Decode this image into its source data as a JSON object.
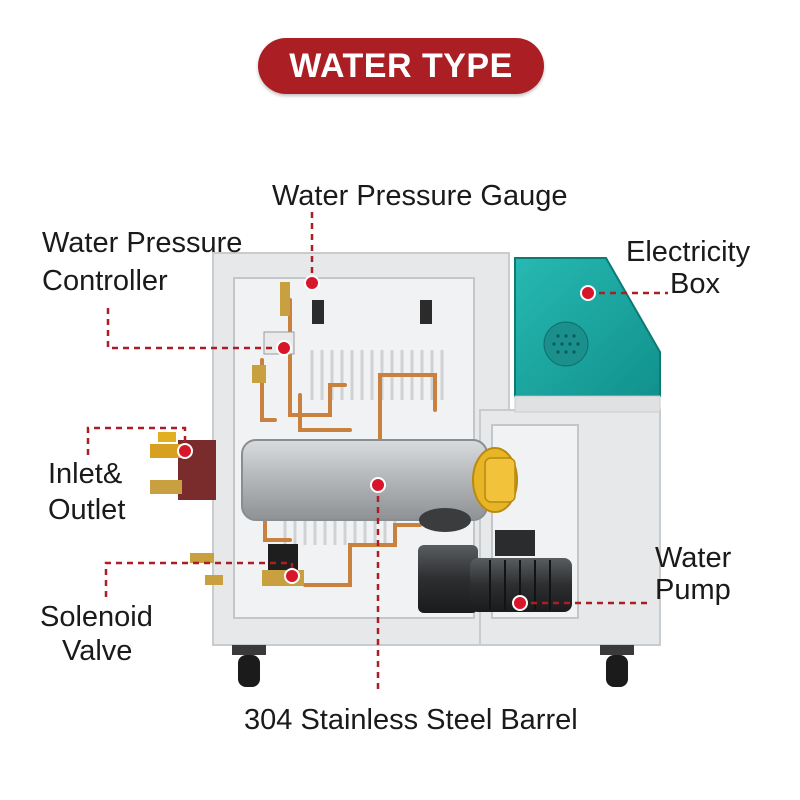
{
  "title": "WATER TYPE",
  "labels": {
    "gauge": "Water Pressure Gauge",
    "controller_line1": "Water Pressure",
    "controller_line2": "Controller",
    "electricity_line1": "Electricity",
    "electricity_line2": "Box",
    "inlet_line1": "Inlet&",
    "inlet_line2": "Outlet",
    "pump_line1": "Water",
    "pump_line2": "Pump",
    "solenoid_line1": "Solenoid",
    "solenoid_line2": "Valve",
    "barrel": "304 Stainless Steel Barrel"
  },
  "colors": {
    "accent": "#ab1f24",
    "marker": "#d7162b",
    "teal_box": "#17a8a3",
    "cabinet": "#e4e6e8",
    "barrel": "#b9bcbf",
    "copper": "#c9813f"
  }
}
